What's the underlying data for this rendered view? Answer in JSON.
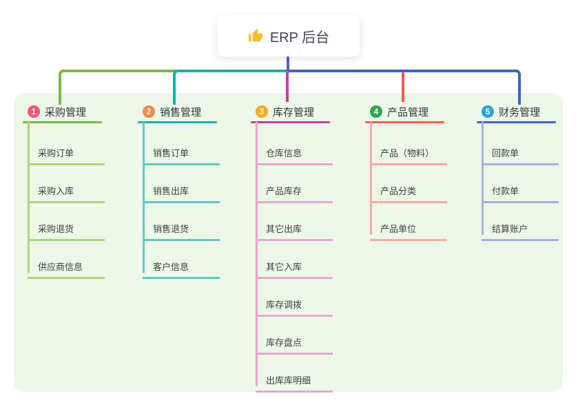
{
  "root": {
    "title": "ERP 后台",
    "icon": "thumbs-up-icon"
  },
  "branches": [
    {
      "index": "1",
      "label": "采购管理",
      "line_color": "#7cb93f",
      "child_line_color": "#abd47d",
      "badge_color": "#f3547c",
      "children": [
        "采购订单",
        "采购入库",
        "采购退货",
        "供应商信息"
      ]
    },
    {
      "index": "2",
      "label": "销售管理",
      "line_color": "#14b2a8",
      "child_line_color": "#5fc9c0",
      "badge_color": "#f6884e",
      "children": [
        "销售订单",
        "销售出库",
        "销售退货",
        "客户信息"
      ]
    },
    {
      "index": "3",
      "label": "库存管理",
      "line_color": "#ce3d9a",
      "child_line_color": "#e9a6cf",
      "badge_color": "#fbab1b",
      "children": [
        "仓库信息",
        "产品库存",
        "其它出库",
        "其它入库",
        "库存调拨",
        "库存盘点",
        "出库库明细"
      ]
    },
    {
      "index": "4",
      "label": "产品管理",
      "line_color": "#f75a52",
      "child_line_color": "#f9a8a4",
      "badge_color": "#28a84c",
      "children": [
        "产品（物料）",
        "产品分类",
        "产品单位"
      ]
    },
    {
      "index": "5",
      "label": "财务管理",
      "line_color": "#4061cb",
      "child_line_color": "#a3b2dc",
      "badge_color": "#29a3e3",
      "children": [
        "回款单",
        "付款单",
        "结算账户"
      ]
    }
  ],
  "colors": {
    "panel_background": "#ecf7e8",
    "root_connector": "#4f63d2",
    "root_text": "#3b4454",
    "thumb_icon": "#f5c02e"
  }
}
